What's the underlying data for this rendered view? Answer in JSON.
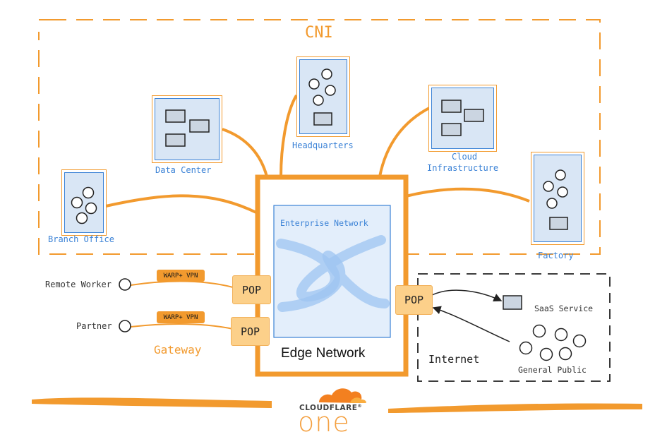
{
  "cni": {
    "title": "CNI"
  },
  "sites": {
    "branch_office": "Branch Office",
    "data_center": "Data Center",
    "headquarters": "Headquarters",
    "cloud_line1": "Cloud",
    "cloud_line2": "Infrastructure",
    "factory": "Factory"
  },
  "edge": {
    "title": "Edge Network",
    "enterprise": "Enterprise Network"
  },
  "pops": {
    "remote": "POP",
    "partner": "POP",
    "internet": "POP"
  },
  "gateway": {
    "label": "Gateway",
    "remote_worker": "Remote Worker",
    "partner": "Partner",
    "vpn_remote": "WARP+ VPN",
    "vpn_partner": "WARP+ VPN"
  },
  "internet": {
    "label": "Internet",
    "saas": "SaaS Service",
    "public": "General Public"
  },
  "brand": {
    "name": "CLOUDFLARE",
    "trademark": "®",
    "product": "one"
  },
  "colors": {
    "orange": "#f29a2e",
    "blue": "#3b82d6",
    "light_blue": "#d9e6f5"
  }
}
